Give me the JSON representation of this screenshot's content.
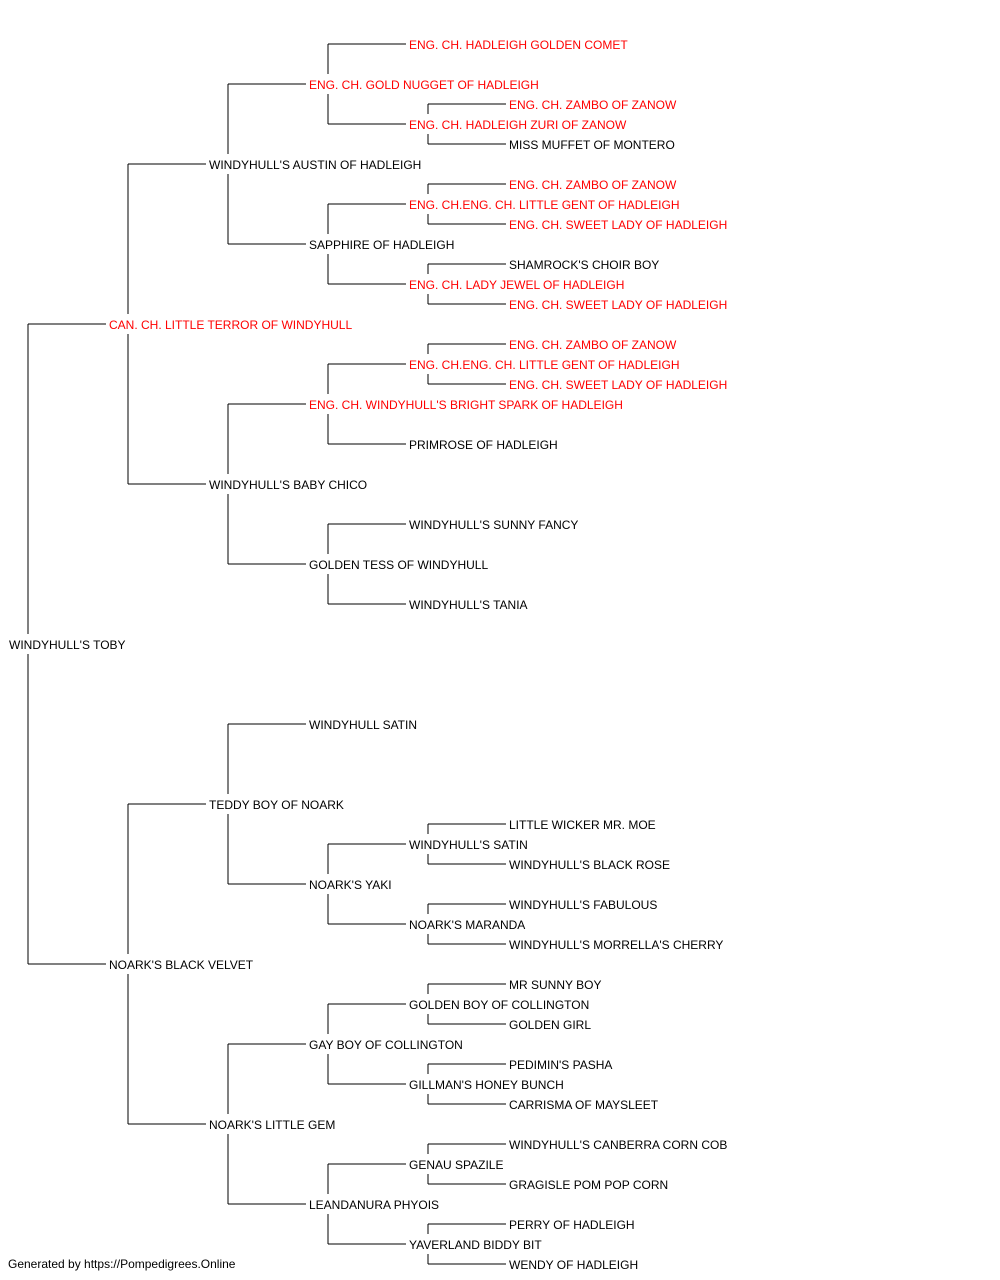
{
  "pedigree": {
    "name": "WINDYHULL'S TOBY",
    "champion": false,
    "sire": {
      "name": "CAN. CH. LITTLE TERROR OF WINDYHULL",
      "champion": true,
      "sire": {
        "name": "WINDYHULL'S AUSTIN OF HADLEIGH",
        "champion": false,
        "sire": {
          "name": "ENG. CH. GOLD NUGGET OF HADLEIGH",
          "champion": true,
          "sire": {
            "name": "ENG. CH. HADLEIGH GOLDEN COMET",
            "champion": true
          },
          "dam": {
            "name": "ENG. CH. HADLEIGH ZURI OF ZANOW",
            "champion": true,
            "sire": {
              "name": "ENG. CH. ZAMBO OF ZANOW",
              "champion": true
            },
            "dam": {
              "name": "MISS MUFFET OF MONTERO",
              "champion": false
            }
          }
        },
        "dam": {
          "name": "SAPPHIRE OF HADLEIGH",
          "champion": false,
          "sire": {
            "name": "ENG. CH.ENG. CH. LITTLE GENT OF HADLEIGH",
            "champion": true,
            "sire": {
              "name": "ENG. CH. ZAMBO OF ZANOW",
              "champion": true
            },
            "dam": {
              "name": "ENG. CH. SWEET LADY OF HADLEIGH",
              "champion": true
            }
          },
          "dam": {
            "name": "ENG. CH. LADY JEWEL OF HADLEIGH",
            "champion": true,
            "sire": {
              "name": "SHAMROCK'S CHOIR BOY",
              "champion": false
            },
            "dam": {
              "name": "ENG. CH. SWEET LADY OF HADLEIGH",
              "champion": true
            }
          }
        }
      },
      "dam": {
        "name": "WINDYHULL'S BABY CHICO",
        "champion": false,
        "sire": {
          "name": "ENG. CH. WINDYHULL'S BRIGHT SPARK OF HADLEIGH",
          "champion": true,
          "sire": {
            "name": "ENG. CH.ENG. CH. LITTLE GENT OF HADLEIGH",
            "champion": true,
            "sire": {
              "name": "ENG. CH. ZAMBO OF ZANOW",
              "champion": true
            },
            "dam": {
              "name": "ENG. CH. SWEET LADY OF HADLEIGH",
              "champion": true
            }
          },
          "dam": {
            "name": "PRIMROSE OF HADLEIGH",
            "champion": false
          }
        },
        "dam": {
          "name": "GOLDEN TESS OF WINDYHULL",
          "champion": false,
          "sire": {
            "name": "WINDYHULL'S SUNNY FANCY",
            "champion": false
          },
          "dam": {
            "name": "WINDYHULL'S TANIA",
            "champion": false
          }
        }
      }
    },
    "dam": {
      "name": "NOARK'S BLACK VELVET",
      "champion": false,
      "sire": {
        "name": "TEDDY BOY OF NOARK",
        "champion": false,
        "sire": {
          "name": "WINDYHULL SATIN",
          "champion": false
        },
        "dam": {
          "name": "NOARK'S YAKI",
          "champion": false,
          "sire": {
            "name": "WINDYHULL'S SATIN",
            "champion": false,
            "sire": {
              "name": "LITTLE WICKER MR. MOE",
              "champion": false
            },
            "dam": {
              "name": "WINDYHULL'S BLACK ROSE",
              "champion": false
            }
          },
          "dam": {
            "name": "NOARK'S MARANDA",
            "champion": false,
            "sire": {
              "name": "WINDYHULL'S FABULOUS",
              "champion": false
            },
            "dam": {
              "name": "WINDYHULL'S MORRELLA'S CHERRY",
              "champion": false
            }
          }
        }
      },
      "dam": {
        "name": "NOARK'S LITTLE GEM",
        "champion": false,
        "sire": {
          "name": "GAY BOY OF COLLINGTON",
          "champion": false,
          "sire": {
            "name": "GOLDEN BOY OF COLLINGTON",
            "champion": false,
            "sire": {
              "name": "MR SUNNY BOY",
              "champion": false
            },
            "dam": {
              "name": "GOLDEN GIRL",
              "champion": false
            }
          },
          "dam": {
            "name": "GILLMAN'S HONEY BUNCH",
            "champion": false,
            "sire": {
              "name": "PEDIMIN'S PASHA",
              "champion": false
            },
            "dam": {
              "name": "CARRISMA OF MAYSLEET",
              "champion": false
            }
          }
        },
        "dam": {
          "name": "LEANDANURA PHYOIS",
          "champion": false,
          "sire": {
            "name": "GENAU SPAZILE",
            "champion": false,
            "sire": {
              "name": "WINDYHULL'S CANBERRA CORN COB",
              "champion": false
            },
            "dam": {
              "name": "GRAGISLE POM POP CORN",
              "champion": false
            }
          },
          "dam": {
            "name": "YAVERLAND BIDDY BIT",
            "champion": false,
            "sire": {
              "name": "PERRY OF HADLEIGH",
              "champion": false
            },
            "dam": {
              "name": "WENDY OF HADLEIGH",
              "champion": false
            }
          }
        }
      }
    }
  },
  "colors": {
    "champion": "#ff0000",
    "normal": "#000000",
    "line": "#000000"
  },
  "footer": "Generated by https://Pompedigrees.Online"
}
